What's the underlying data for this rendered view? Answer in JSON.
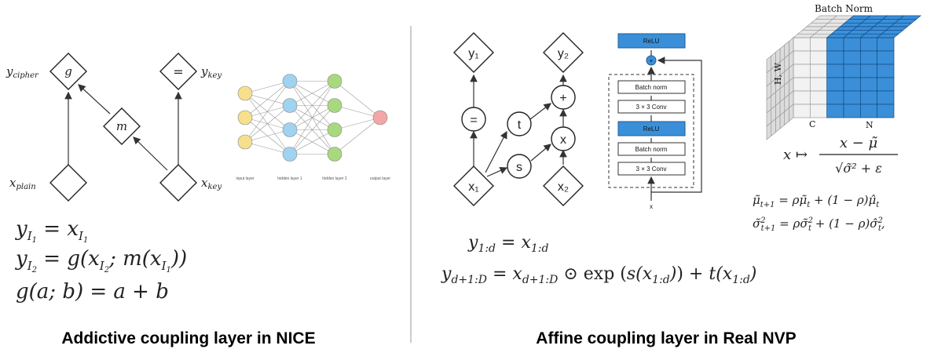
{
  "left": {
    "caption": "Addictive coupling layer in NICE",
    "node_labels": {
      "g": "g",
      "eq": "=",
      "m": "m"
    },
    "side_labels": {
      "y_cipher": "y",
      "y_cipher_sub": "cipher",
      "y_key": "y",
      "y_key_sub": "key",
      "x_plain": "x",
      "x_plain_sub": "plain",
      "x_key": "x",
      "x_key_sub": "key"
    },
    "nn_labels": [
      "input layer",
      "hidden layer 1",
      "hidden layer 2",
      "output layer"
    ],
    "equations": [
      "y_{I₁} = x_{I₁}",
      "y_{I₂} = g(x_{I₂}; m(x_{I₁}))",
      "g(a; b) = a + b"
    ]
  },
  "right": {
    "caption": "Affine coupling layer in Real NVP",
    "node_labels": {
      "y1": "y₁",
      "y2": "y₂",
      "x1": "x₁",
      "x2": "x₂",
      "eq": "=",
      "t": "t",
      "s": "s",
      "plus": "+",
      "times": "x"
    },
    "resnet_labels": [
      "ReLU",
      "Batch norm",
      "3 × 3 Conv",
      "ReLU",
      "Batch norm",
      "3 × 3 Conv"
    ],
    "resnet_plus": "+",
    "resnet_input": "x",
    "equations": [
      "y_{1:d} = x_{1:d}",
      "y_{d+1:D} = x_{d+1:D} ⊙ exp(s(x_{1:d})) + t(x_{1:d})"
    ],
    "batchnorm": {
      "title": "Batch Norm",
      "axis_hw": "H, W",
      "axis_c": "C",
      "axis_n": "N",
      "formula": "x ↦ (x − μ̃) / √(σ̃² + ε)",
      "update_mu": "μ̃_{t+1} = ρμ̃_t + (1 − ρ)μ̂_t",
      "update_sigma": "σ̃²_{t+1} = ρσ̃²_t + (1 − ρ)σ̂²_t,"
    }
  },
  "colors": {
    "input_node": "#f7e08c",
    "hidden1_node": "#9fd3ef",
    "hidden2_node": "#a9d97e",
    "output_node": "#f4a6a6",
    "block_blue": "#3a8fd8"
  }
}
